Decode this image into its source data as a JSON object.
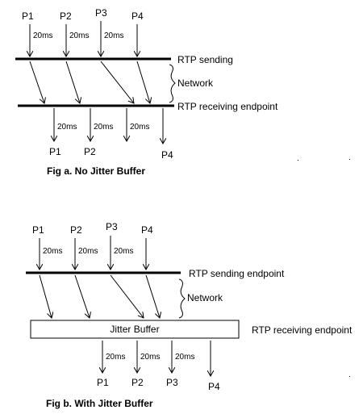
{
  "fig_a": {
    "caption": "Fig a. No Jitter Buffer",
    "top_packets": [
      "P1",
      "P2",
      "P3",
      "P4"
    ],
    "top_intervals": [
      "20ms",
      "20ms",
      "20ms"
    ],
    "sending_label": "RTP sending",
    "network_label": "Network",
    "receiving_label": "RTP receiving endpoint",
    "bottom_intervals": [
      "20ms",
      "20ms",
      "20ms"
    ],
    "bottom_packets": [
      "P1",
      "P2",
      "P4"
    ]
  },
  "fig_b": {
    "caption": "Fig b. With Jitter Buffer",
    "top_packets": [
      "P1",
      "P2",
      "P3",
      "P4"
    ],
    "top_intervals": [
      "20ms",
      "20ms",
      "20ms"
    ],
    "sending_label": "RTP sending endpoint",
    "network_label": "Network",
    "buffer_label": "Jitter Buffer",
    "receiving_label": "RTP receiving endpoint",
    "bottom_intervals": [
      "20ms",
      "20ms",
      "20ms"
    ],
    "bottom_packets": [
      "P1",
      "P2",
      "P3",
      "P4"
    ]
  },
  "colors": {
    "ink": "#000000",
    "background": "#ffffff"
  }
}
